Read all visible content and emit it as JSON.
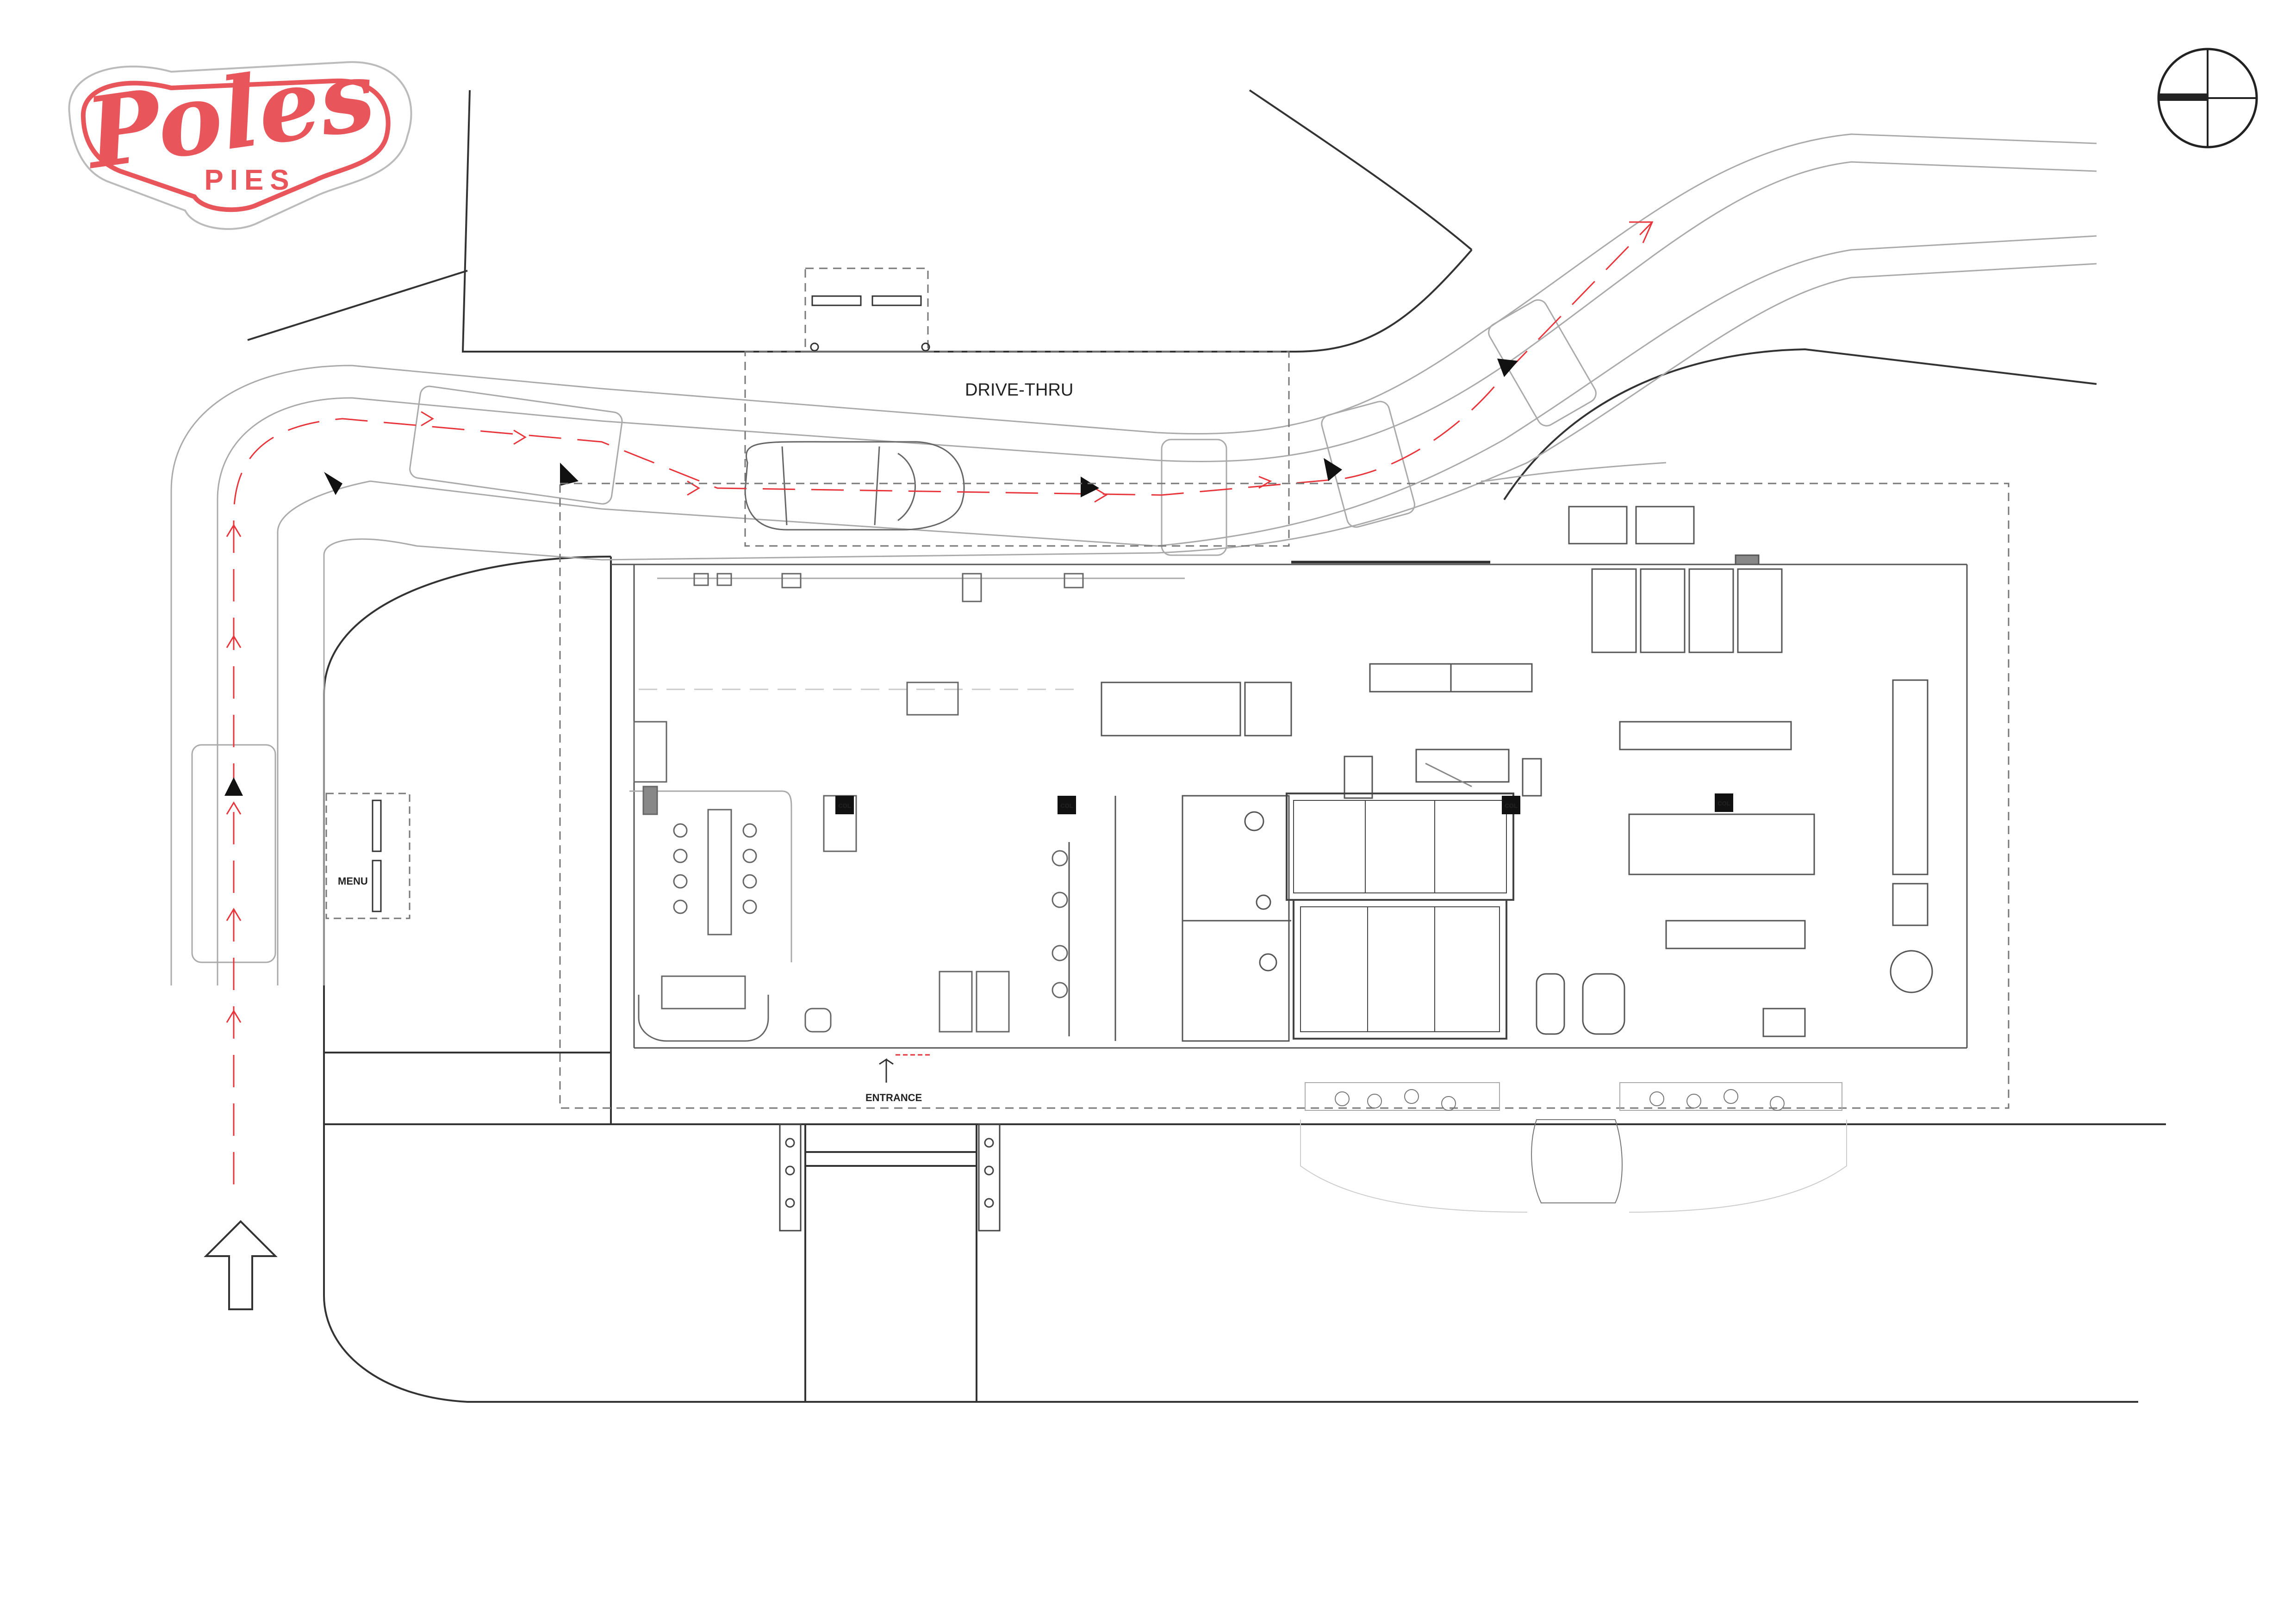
{
  "logo": {
    "word": "Poles",
    "sub": "PIES",
    "color": "#e8555a"
  },
  "labels": {
    "drive_thru": "DRIVE-THRU",
    "menu": "MENU",
    "entrance": "ENTRANCE"
  },
  "col_tags": [
    "COL",
    "COL",
    "COL",
    "COL"
  ],
  "icons": [
    "compass-icon",
    "direction-arrow-icon",
    "car-icon",
    "toilet-icon"
  ],
  "colors": {
    "route": "#e8353b",
    "line": "#444444",
    "dashed": "#777777"
  }
}
